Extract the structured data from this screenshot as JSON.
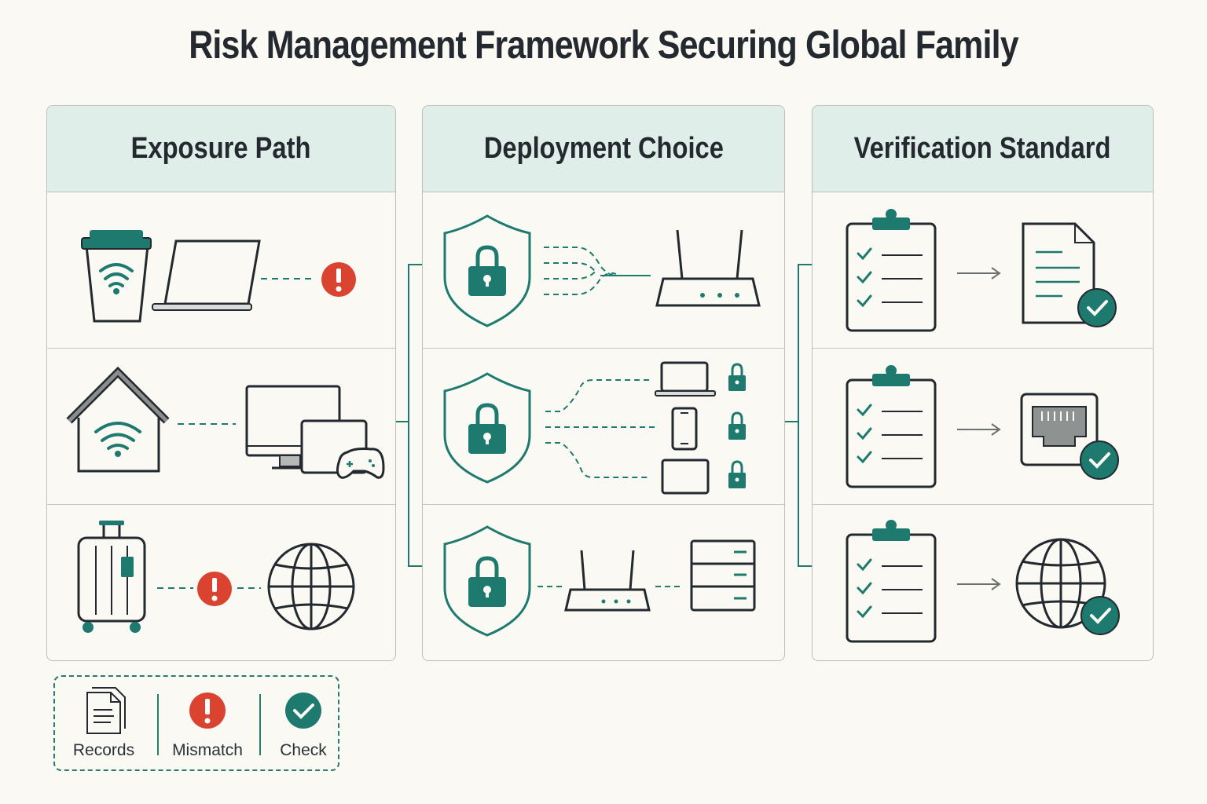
{
  "title": "Risk Management Framework Securing Global Family",
  "columns": [
    {
      "heading": "Exposure Path"
    },
    {
      "heading": "Deployment Choice"
    },
    {
      "heading": "Verification Standard"
    }
  ],
  "legend": [
    {
      "icon": "document-icon",
      "label": "Records"
    },
    {
      "icon": "alert-icon",
      "label": "Mismatch"
    },
    {
      "icon": "check-icon",
      "label": "Check"
    }
  ],
  "colors": {
    "accent": "#1e7a6e",
    "alert": "#d9432f",
    "header_fill": "#e0eeea",
    "ink": "#23292e",
    "background": "#faf9f4"
  }
}
